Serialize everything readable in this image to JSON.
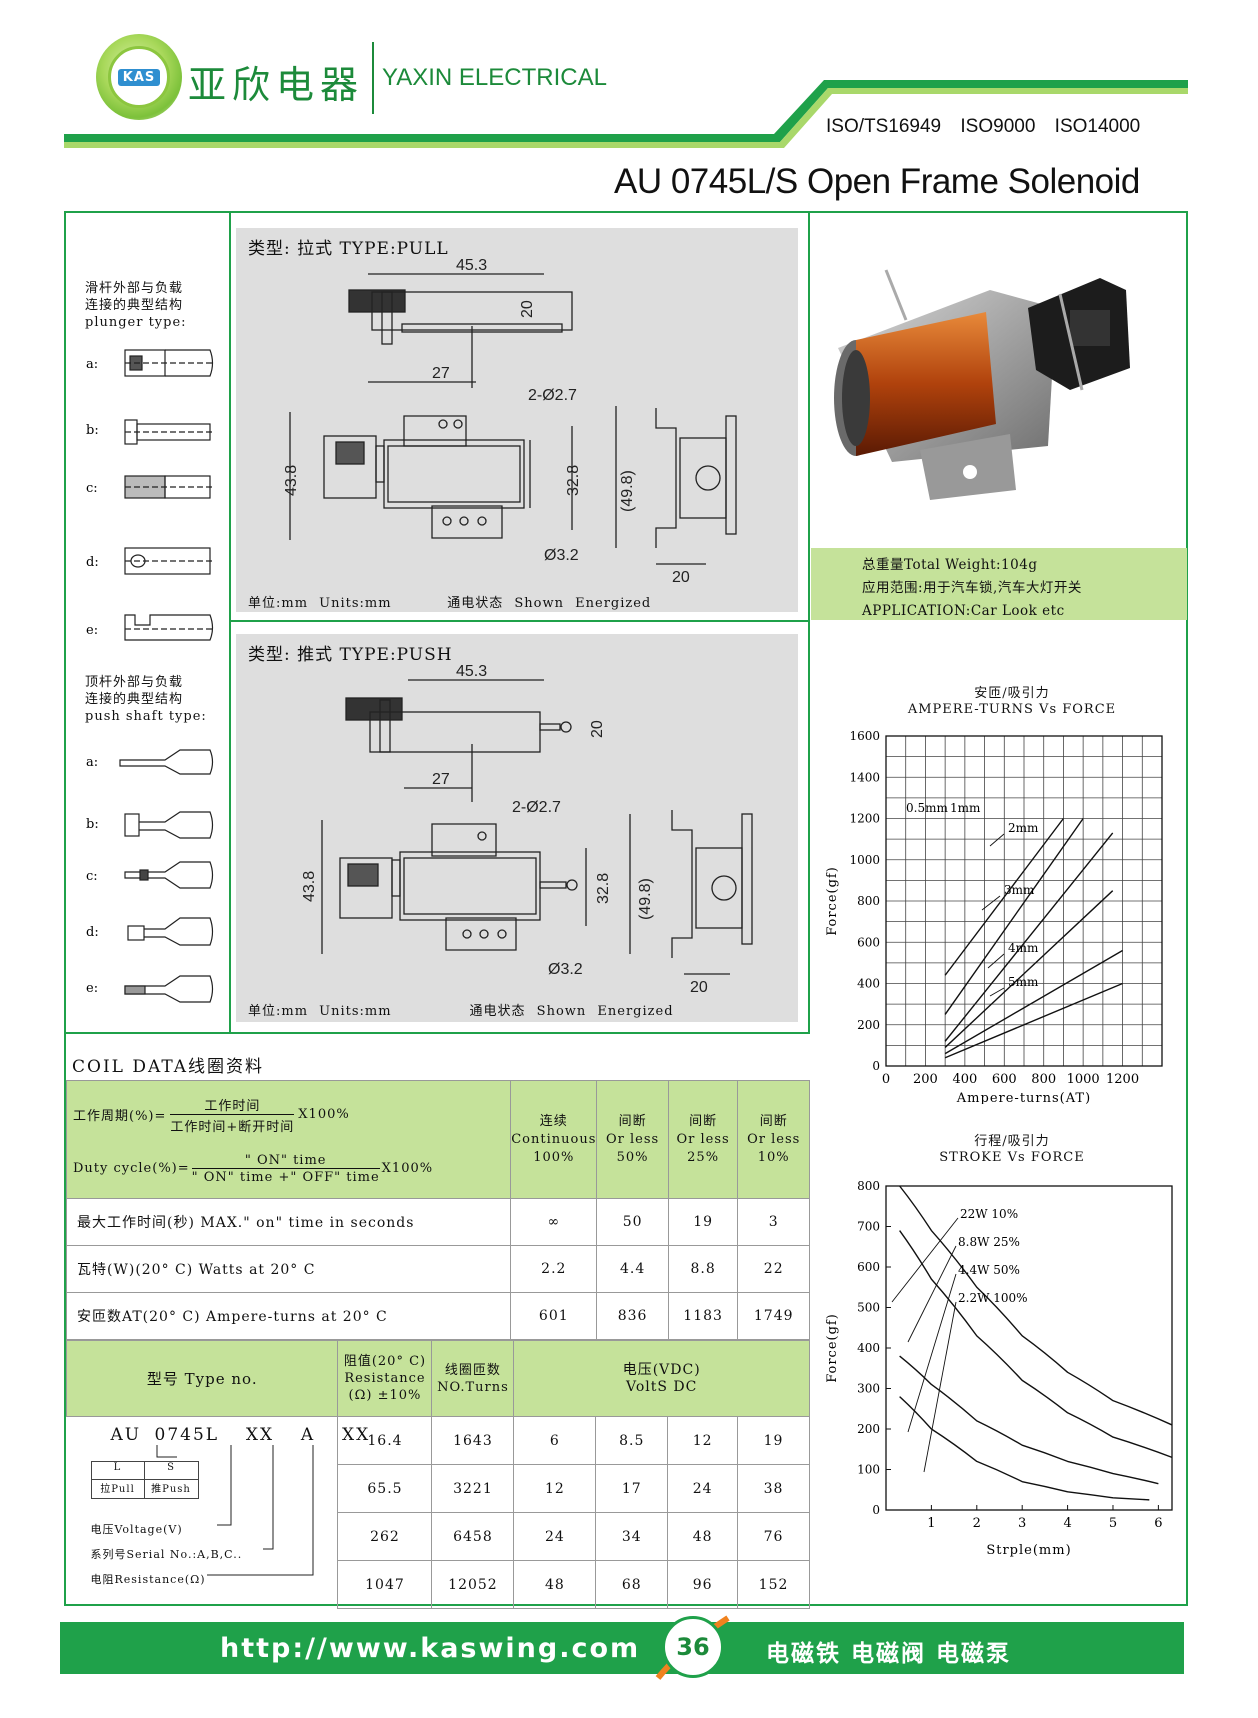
{
  "header": {
    "logo_text": "KAS",
    "brand_cn": "亚欣电器",
    "brand_en": "YAXIN ELECTRICAL",
    "iso": "ISO/TS16949   ISO9000   ISO14000",
    "title": "AU 0745L/S Open Frame Solenoid",
    "colors": {
      "accent": "#1fa14a",
      "light_green": "#c5e29a"
    }
  },
  "plunger": {
    "title_cn_1": "滑杆外部与负载",
    "title_cn_2": "连接的典型结构",
    "title_en": "plunger type:",
    "items": [
      "a:",
      "b:",
      "c:",
      "d:",
      "e:"
    ]
  },
  "push_shaft": {
    "title_cn_1": "顶杆外部与负载",
    "title_cn_2": "连接的典型结构",
    "title_en": "push shaft type:",
    "items": [
      "a:",
      "b:",
      "c:",
      "d:",
      "e:"
    ]
  },
  "pull_drawing": {
    "type_label": "类型: 拉式 TYPE:PULL",
    "dims": {
      "d1": "45.3",
      "d2": "20",
      "d3": "27",
      "d4": "2-Ø2.7",
      "d5": "43.8",
      "d6": "32.8",
      "d7": "(49.8)",
      "d8": "Ø3.2",
      "d9": "20"
    },
    "units": "单位:mm  Units:mm",
    "state": "通电状态  Shown Energized"
  },
  "push_drawing": {
    "type_label": "类型: 推式 TYPE:PUSH",
    "dims": {
      "d1": "45.3",
      "d2": "20",
      "d3": "27",
      "d4": "2-Ø2.7",
      "d5": "43.8",
      "d6": "32.8",
      "d7": "(49.8)",
      "d8": "Ø3.2",
      "d9": "20"
    },
    "units": "单位:mm  Units:mm",
    "state": "通电状态 Shown Energized"
  },
  "spec": {
    "weight": "总重量Total Weight:104g",
    "usage_cn": "应用范围:用于汽车锁,汽车大灯开关",
    "application": "APPLICATION:Car Look etc"
  },
  "coil": {
    "title": "COIL DATA线圈资料",
    "duty_cn_label": "工作周期(%)=",
    "duty_cn_num": "工作时间",
    "duty_cn_den": "工作时间+断开时间",
    "duty_cn_mul": "X100%",
    "duty_en_label": "Duty cycle(%)=",
    "duty_en_num": "\" ON\" time",
    "duty_en_den": "\" ON\" time +\" OFF\" time",
    "duty_en_mul": "X100%",
    "cols": [
      {
        "l1": "连续",
        "l2": "Continuous",
        "l3": "100%"
      },
      {
        "l1": "间断",
        "l2": "Or less",
        "l3": "50%"
      },
      {
        "l1": "间断",
        "l2": "Or less",
        "l3": "25%"
      },
      {
        "l1": "间断",
        "l2": "Or less",
        "l3": "10%"
      }
    ],
    "rows": [
      {
        "label": "最大工作时间(秒) MAX.\" on\" time in seconds",
        "vals": [
          "∞",
          "50",
          "19",
          "3"
        ]
      },
      {
        "label": "瓦特(W)(20° C) Watts at 20° C",
        "vals": [
          "2.2",
          "4.4",
          "8.8",
          "22"
        ]
      },
      {
        "label": "安匝数AT(20° C) Ampere-turns at 20° C",
        "vals": [
          "601",
          "836",
          "1183",
          "1749"
        ]
      }
    ],
    "type_header": "型号 Type no.",
    "res_header_1": "阻值(20° C)",
    "res_header_2": "Resistance",
    "res_header_3": "(Ω) ±10%",
    "turns_header_1": "线圈匝数",
    "turns_header_2": "NO.Turns",
    "volt_header_1": "电压(VDC)",
    "volt_header_2": "VoltS DC",
    "type_code": "AU 0745L  XX  A  XX",
    "legend_L": "L",
    "legend_S": "S",
    "legend_pull": "拉Pull",
    "legend_push": "推Push",
    "key_voltage": "电压Voltage(V)",
    "key_serial": "系列号Serial No.:A,B,C..",
    "key_resistance": "电阻Resistance(Ω)",
    "data": [
      {
        "res": "16.4",
        "turns": "1643",
        "v": [
          "6",
          "8.5",
          "12",
          "19"
        ]
      },
      {
        "res": "65.5",
        "turns": "3221",
        "v": [
          "12",
          "17",
          "24",
          "38"
        ]
      },
      {
        "res": "262",
        "turns": "6458",
        "v": [
          "24",
          "34",
          "48",
          "76"
        ]
      },
      {
        "res": "1047",
        "turns": "12052",
        "v": [
          "48",
          "68",
          "96",
          "152"
        ]
      }
    ]
  },
  "chart_data": [
    {
      "type": "line",
      "title_cn": "安匝/吸引力",
      "title": "AMPERE-TURNS Vs FORCE",
      "xlabel": "Ampere-turns(AT)",
      "ylabel": "Force(gf)",
      "xlim": [
        0,
        1400
      ],
      "ylim": [
        0,
        1600
      ],
      "xticks": [
        "0",
        "200",
        "400",
        "600",
        "800",
        "1000",
        "1200"
      ],
      "yticks": [
        "0",
        "200",
        "400",
        "600",
        "800",
        "1000",
        "1200",
        "1400",
        "1600"
      ],
      "grid": true,
      "series": [
        {
          "name": "0.5mm",
          "x": [
            300,
            900
          ],
          "y": [
            440,
            1200
          ]
        },
        {
          "name": "1mm",
          "x": [
            300,
            1000
          ],
          "y": [
            250,
            1200
          ]
        },
        {
          "name": "2mm",
          "x": [
            300,
            1150
          ],
          "y": [
            120,
            1130
          ]
        },
        {
          "name": "3mm",
          "x": [
            300,
            1150
          ],
          "y": [
            90,
            850
          ]
        },
        {
          "name": "4mm",
          "x": [
            300,
            1200
          ],
          "y": [
            60,
            560
          ]
        },
        {
          "name": "5mm",
          "x": [
            300,
            1200
          ],
          "y": [
            40,
            400
          ]
        }
      ]
    },
    {
      "type": "line",
      "title_cn": "行程/吸引力",
      "title": "STROKE Vs FORCE",
      "xlabel": "Strple(mm)",
      "ylabel": "Force(gf)",
      "xlim": [
        0,
        6.3
      ],
      "ylim": [
        0,
        800
      ],
      "xticks": [
        "1",
        "2",
        "3",
        "4",
        "5",
        "6"
      ],
      "yticks": [
        "0",
        "100",
        "200",
        "300",
        "400",
        "500",
        "600",
        "700",
        "800"
      ],
      "grid": false,
      "series": [
        {
          "name": "22W 10%",
          "x": [
            0.3,
            1,
            2,
            3,
            4,
            5,
            6.3
          ],
          "y": [
            800,
            690,
            550,
            430,
            340,
            270,
            210
          ]
        },
        {
          "name": "8.8W 25%",
          "x": [
            0.3,
            1,
            2,
            3,
            4,
            5,
            6.3
          ],
          "y": [
            690,
            570,
            430,
            320,
            240,
            180,
            130
          ]
        },
        {
          "name": "4.4W 50%",
          "x": [
            0.3,
            1,
            2,
            3,
            4,
            5,
            6
          ],
          "y": [
            380,
            310,
            220,
            160,
            120,
            90,
            65
          ]
        },
        {
          "name": "2.2W 100%",
          "x": [
            0.3,
            1,
            2,
            3,
            4,
            5,
            5.8
          ],
          "y": [
            280,
            200,
            120,
            70,
            45,
            30,
            25
          ]
        }
      ]
    }
  ],
  "footer": {
    "url": "http://www.kaswing.com",
    "page": "36",
    "products": "电磁铁 电磁阀 电磁泵"
  }
}
